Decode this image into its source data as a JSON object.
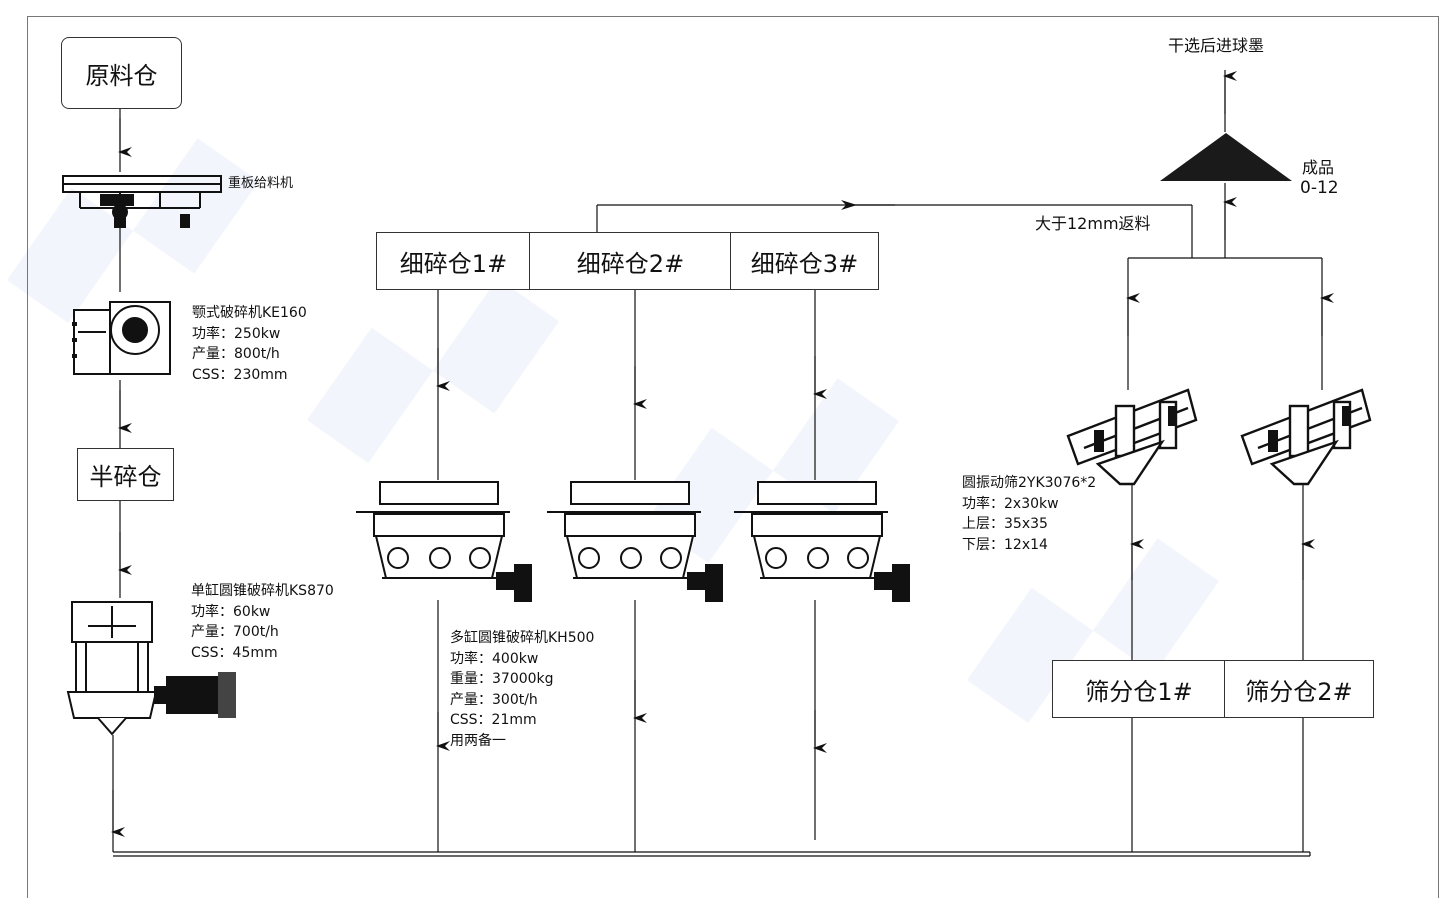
{
  "bins": {
    "raw_material": "原料仓",
    "semi_crushed": "半碎仓",
    "fine_1": "细碎仓1#",
    "fine_2": "细碎仓2#",
    "fine_3": "细碎仓3#",
    "screen_1": "筛分仓1#",
    "screen_2": "筛分仓2#"
  },
  "labels": {
    "feeder": "重板给料机",
    "dry_select": "干选后进球墨",
    "product_title": "成品",
    "product_size": "0-12",
    "return_note": "大于12mm返料"
  },
  "jaw_crusher": {
    "lines": [
      "颚式破碎机KE160",
      "功率：250kw",
      "产量：800t/h",
      "CSS：230mm"
    ]
  },
  "single_cone": {
    "lines": [
      "单缸圆锥破碎机KS870",
      "功率：60kw",
      "产量：700t/h",
      "CSS：45mm"
    ]
  },
  "multi_cone": {
    "lines": [
      "多缸圆锥破碎机KH500",
      "功率：400kw",
      "重量：37000kg",
      "产量：300t/h",
      "CSS：21mm",
      "用两备一"
    ]
  },
  "screen": {
    "lines": [
      "圆振动筛2YK3076*2",
      "功率：2x30kw",
      "上层：35x35",
      "下层：12x14"
    ]
  },
  "colors": {
    "line": "#111111",
    "product_pile": "#1a1a1a",
    "watermark": "#4678c8"
  }
}
